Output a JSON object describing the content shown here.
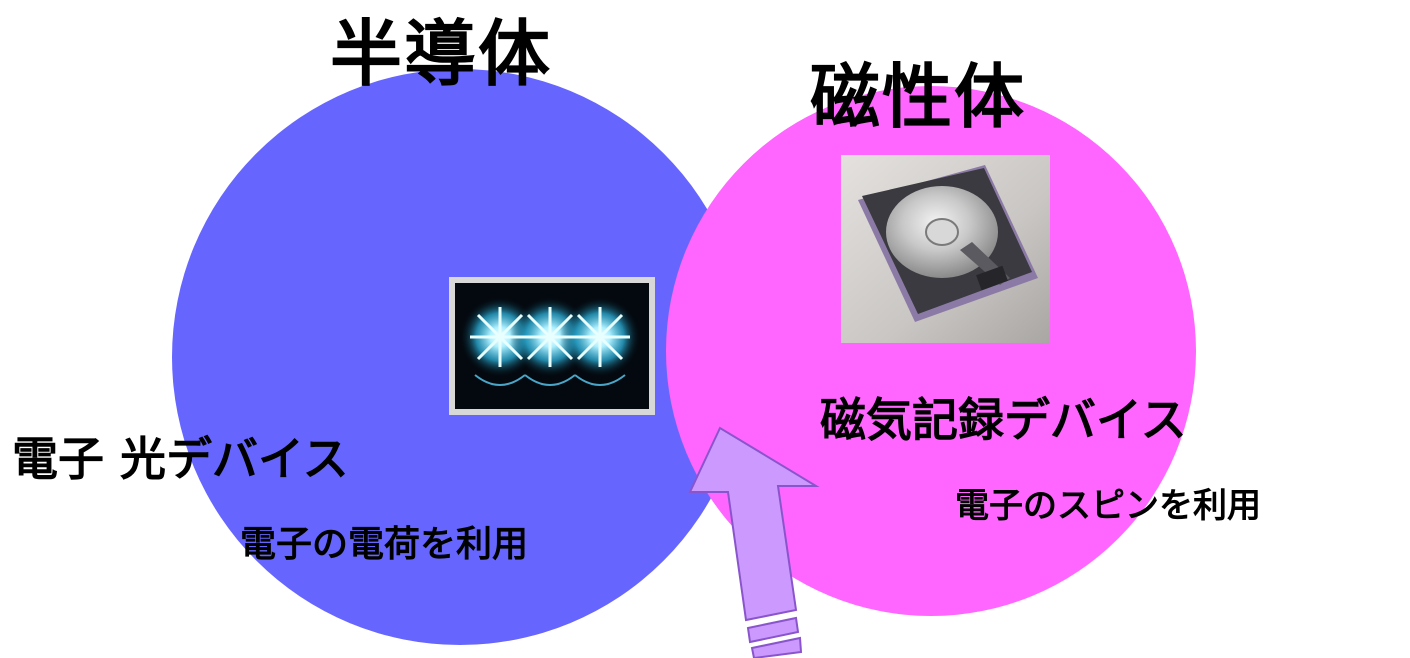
{
  "diagram": {
    "semiconductor": {
      "title": "半導体",
      "device_label": "電子 光デバイス",
      "mechanism": "電子の電荷を利用",
      "color": "#6666ff"
    },
    "magnetic": {
      "title": "磁性体",
      "device_label": "磁気記録デバイス",
      "mechanism": "電子のスピンを利用",
      "color": "#ff66ff"
    },
    "arrow_color": "#cc99ff",
    "images": {
      "led": "led-photo-icon",
      "hdd": "hard-disk-photo-icon"
    }
  }
}
